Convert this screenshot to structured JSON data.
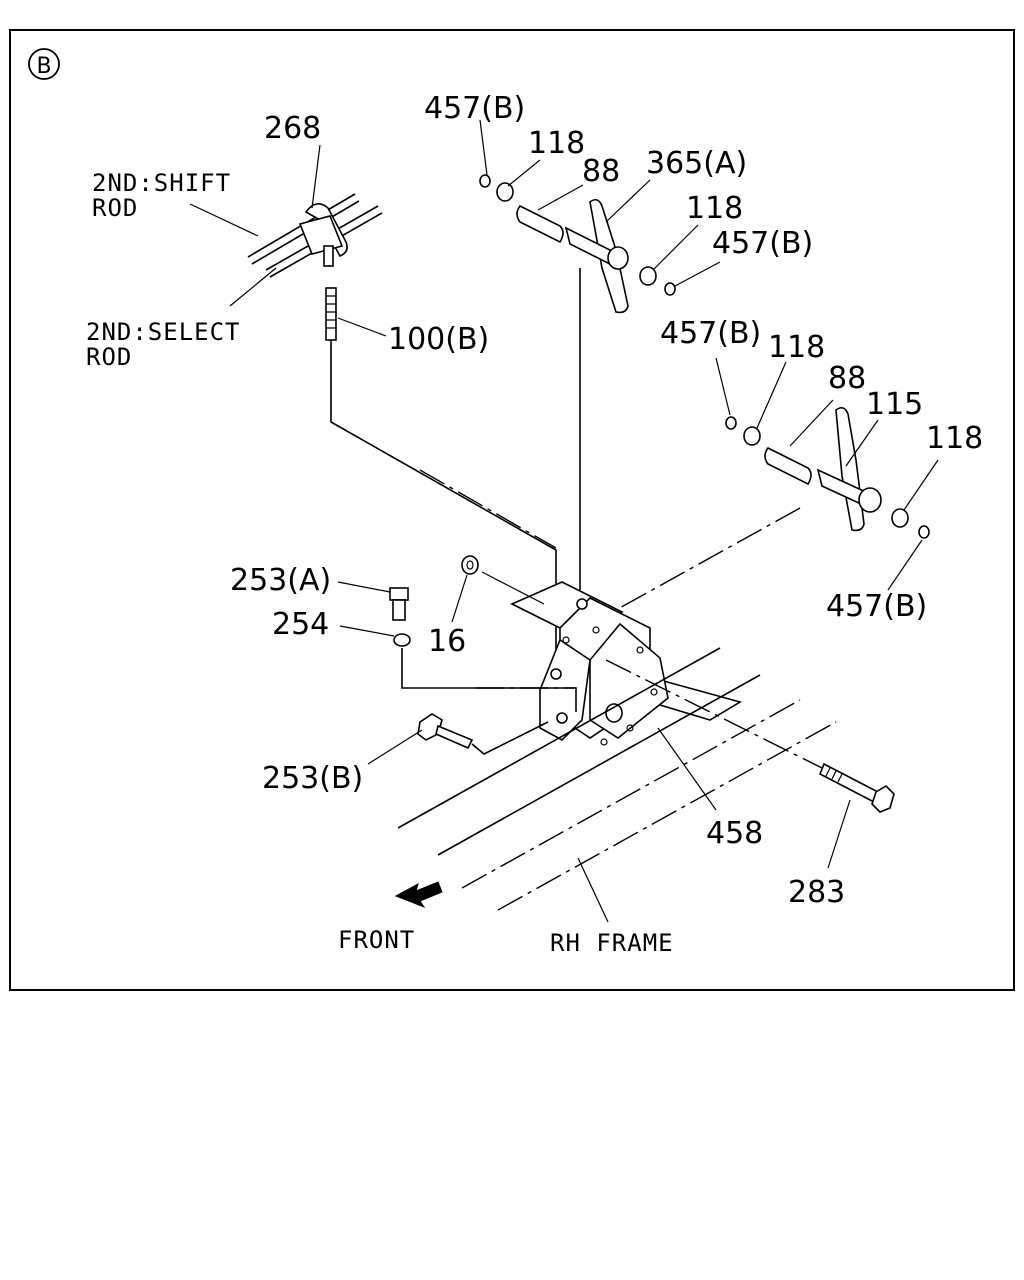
{
  "view_marker": "B",
  "labels": {
    "p268": "268",
    "shift_rod_1": "2ND:SHIFT",
    "shift_rod_2": "ROD",
    "select_rod_1": "2ND:SELECT",
    "select_rod_2": "ROD",
    "p100b": "100(B)",
    "p457b_1": "457(B)",
    "p118_1": "118",
    "p88_1": "88",
    "p365a": "365(A)",
    "p118_2": "118",
    "p457b_2": "457(B)",
    "p457b_3": "457(B)",
    "p118_3": "118",
    "p88_2": "88",
    "p115": "115",
    "p118_4": "118",
    "p457b_4": "457(B)",
    "p253a": "253(A)",
    "p254": "254",
    "p16": "16",
    "p253b": "253(B)",
    "p458": "458",
    "p283": "283",
    "front": "FRONT",
    "rh_frame": "RH FRAME"
  }
}
